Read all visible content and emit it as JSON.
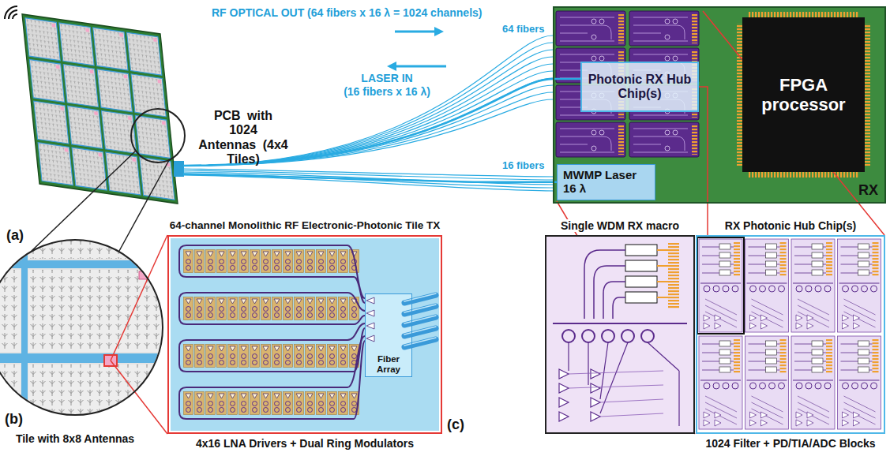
{
  "diagram": {
    "nodes": [
      {
        "text": [
          "PCB with 1024 Antennas (4x4 Tiles)"
        ]
      },
      {
        "text": [
          "RX"
        ]
      },
      {
        "text": [
          "Photonic RX Hub Chip(s)"
        ],
        "in": 1
      },
      {
        "text": [
          "FPGA processor"
        ],
        "in": 1
      },
      {
        "text": [
          "MWMP Laser 16 λ"
        ],
        "in": 1
      },
      {
        "text": [
          "Tile with 8x8 Antennas"
        ]
      },
      {
        "text": [
          "64-channel Monolithic RF Electronic-Photonic Tile TX",
          "4x16 LNA Drivers + Dual Ring Modulators"
        ]
      },
      {
        "text": [
          "Fiber Array"
        ],
        "in": 6
      },
      {
        "text": [
          "Single WDM RX macro"
        ]
      },
      {
        "text": [
          "RX Photonic Hub Chip(s)",
          "1024 Filter + PD/TIA/ADC Blocks"
        ]
      }
    ],
    "edges": [
      {
        "from": 0,
        "to": 2,
        "arrow": "none"
      },
      {
        "from": 4,
        "to": 0,
        "arrow": "none"
      },
      {
        "from": 5,
        "to": 6,
        "arrow": "none"
      },
      {
        "from": 2,
        "to": 9,
        "arrow": "none"
      }
    ],
    "labels": [
      "RF OPTICAL OUT (64 fibers x 16 λ = 1024 channels)",
      "LASER IN",
      "(16 fibers x 16 λ)",
      "64 fibers",
      "16 fibers",
      "(a)",
      "(b)",
      "(c)"
    ]
  }
}
